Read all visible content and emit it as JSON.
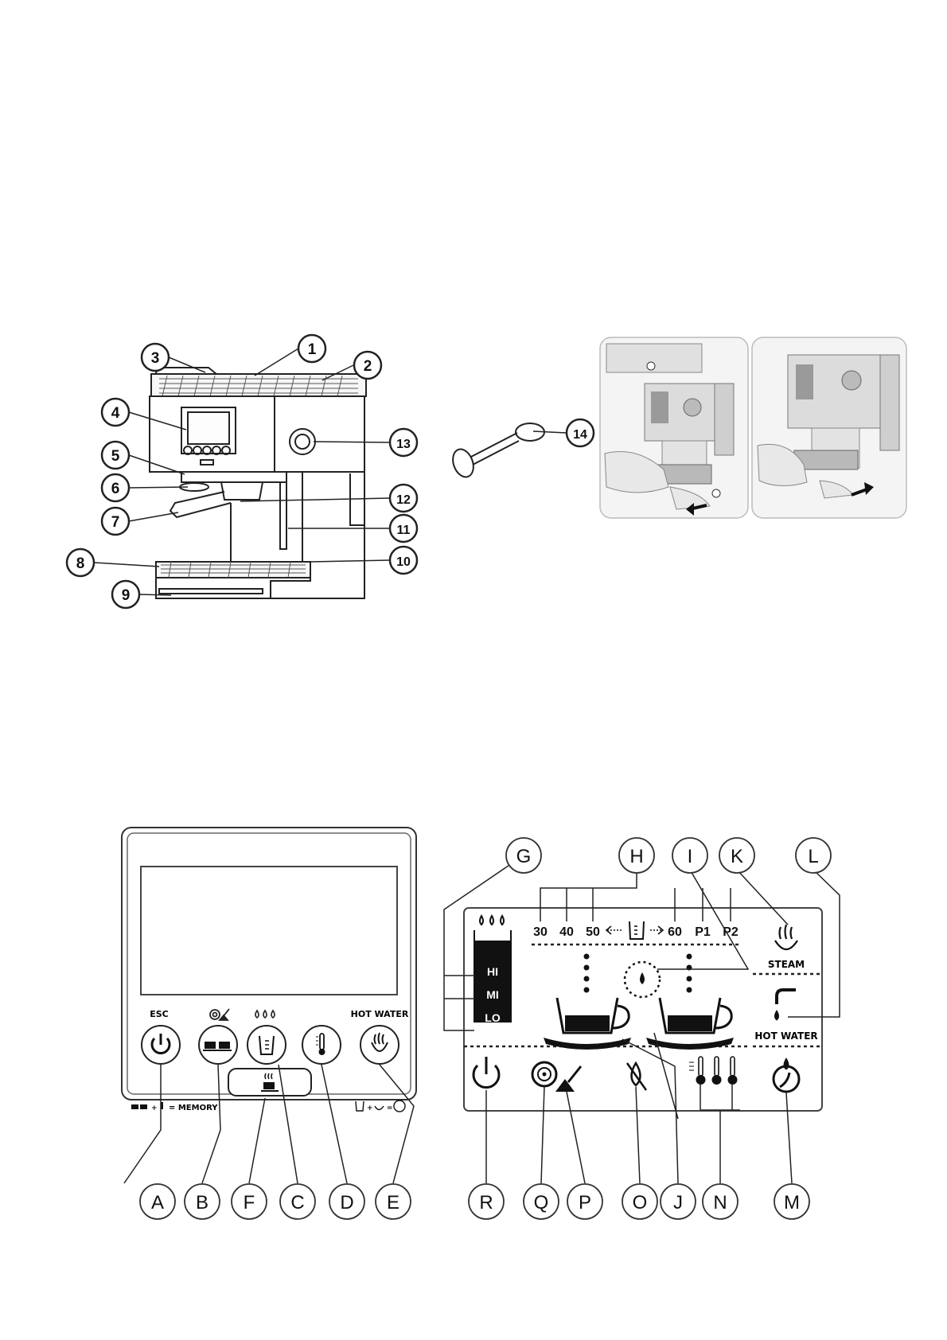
{
  "machine_callouts": [
    "1",
    "2",
    "3",
    "4",
    "5",
    "6",
    "7",
    "8",
    "9",
    "10",
    "11",
    "12",
    "13",
    "14"
  ],
  "panel": {
    "esc_label": "ESC",
    "hot_water_label": "HOT WATER",
    "memory_label": "= MEMORY"
  },
  "display": {
    "levels": [
      "HI",
      "MI",
      "LO"
    ],
    "volumes_left": [
      "30",
      "40",
      "50"
    ],
    "volumes_right": [
      "60",
      "P1",
      "P2"
    ],
    "steam_label": "STEAM",
    "hot_water_label": "HOT WATER"
  },
  "letters_top": [
    "G",
    "H",
    "I",
    "K",
    "L"
  ],
  "letters_bottom": [
    "A",
    "B",
    "F",
    "C",
    "D",
    "E",
    "R",
    "Q",
    "P",
    "O",
    "J",
    "N",
    "M"
  ]
}
